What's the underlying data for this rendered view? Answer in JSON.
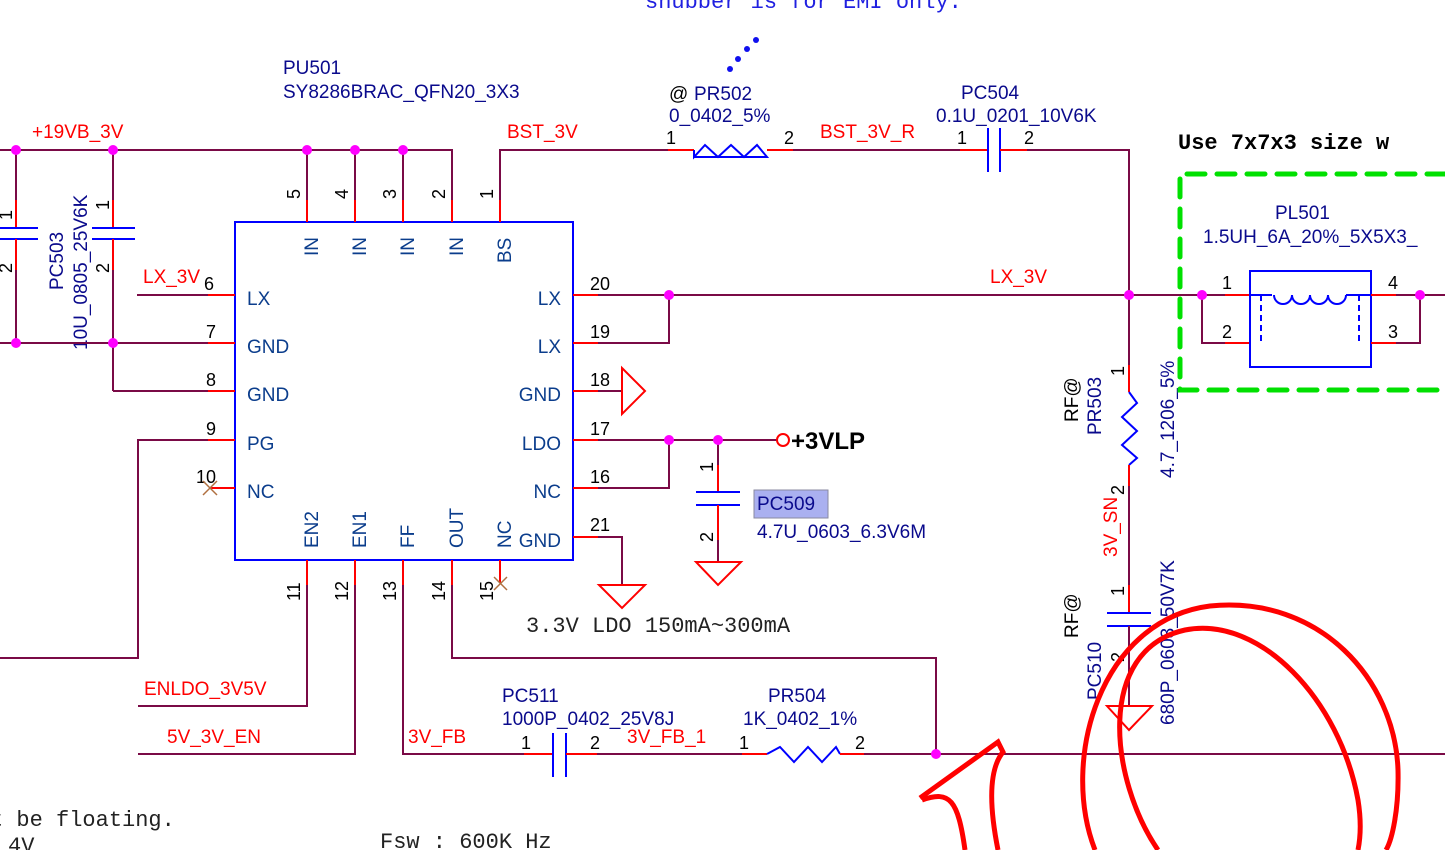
{
  "notes": {
    "snubber_note": "snubber is for EMI only.",
    "inductor_note": "Use 7x7x3 size w",
    "ldo_note": "3.3V LDO 150mA~300mA",
    "floating_note": "t be floating.",
    "partial_note": "4V",
    "fsw_note": "Fsw : 600K Hz"
  },
  "ic": {
    "refdes": "PU501",
    "part": "SY8286BRAC_QFN20_3X3",
    "pins_top": [
      {
        "num": "5",
        "name": "IN"
      },
      {
        "num": "4",
        "name": "IN"
      },
      {
        "num": "3",
        "name": "IN"
      },
      {
        "num": "2",
        "name": "IN"
      },
      {
        "num": "1",
        "name": "BS"
      }
    ],
    "pins_left": [
      {
        "num": "6",
        "name": "LX"
      },
      {
        "num": "7",
        "name": "GND"
      },
      {
        "num": "8",
        "name": "GND"
      },
      {
        "num": "9",
        "name": "PG"
      },
      {
        "num": "10",
        "name": "NC"
      }
    ],
    "pins_right": [
      {
        "num": "20",
        "name": "LX"
      },
      {
        "num": "19",
        "name": "LX"
      },
      {
        "num": "18",
        "name": "GND"
      },
      {
        "num": "17",
        "name": "LDO"
      },
      {
        "num": "16",
        "name": "NC"
      },
      {
        "num": "21",
        "name": "GND"
      }
    ],
    "pins_bottom": [
      {
        "num": "11",
        "name": "EN2"
      },
      {
        "num": "12",
        "name": "EN1"
      },
      {
        "num": "13",
        "name": "FF"
      },
      {
        "num": "14",
        "name": "OUT"
      },
      {
        "num": "15",
        "name": "NC"
      }
    ]
  },
  "nets": {
    "vin": "+19VB_3V",
    "bst": "BST_3V",
    "bst_r": "BST_3V_R",
    "lx_left": "LX_3V",
    "lx_right": "LX_3V",
    "enldo": "ENLDO_3V5V",
    "en": "5V_3V_EN",
    "fb": "3V_FB",
    "fb1": "3V_FB_1",
    "sn": "3V_SN",
    "power_port": "+3VLP"
  },
  "components": {
    "pr502": {
      "prefix": "@",
      "refdes": "PR502",
      "value": "0_0402_5%",
      "pin1": "1",
      "pin2": "2"
    },
    "pc504": {
      "refdes": "PC504",
      "value": "0.1U_0201_10V6K",
      "pin1": "1",
      "pin2": "2"
    },
    "pc503": {
      "refdes": "PC503",
      "value": "10U_0805_25V6K",
      "pin1": "1",
      "pin2": "2"
    },
    "pc_left": {
      "pin1": "1",
      "pin2": "2"
    },
    "pl501": {
      "refdes": "PL501",
      "value": "1.5UH_6A_20%_5X5X3_",
      "pin1": "1",
      "pin2": "2",
      "pin3": "3",
      "pin4": "4"
    },
    "pr503": {
      "prefix": "RF@",
      "refdes": "PR503",
      "value": "4.7_1206_5%",
      "pin1": "1",
      "pin2": "2"
    },
    "pc510": {
      "prefix": "RF@",
      "refdes": "PC510",
      "value": "680P_0603_50V7K",
      "pin1": "1",
      "pin2": "2"
    },
    "pc509": {
      "refdes": "PC509",
      "value": "4.7U_0603_6.3V6M",
      "pin1": "1",
      "pin2": "2"
    },
    "pc511": {
      "refdes": "PC511",
      "value": "1000P_0402_25V8J",
      "pin1": "1",
      "pin2": "2"
    },
    "pr504": {
      "refdes": "PR504",
      "value": "1K_0402_1%",
      "pin1": "1",
      "pin2": "2"
    }
  },
  "highlight": {
    "color": "#aab0f0",
    "target": "PC509"
  }
}
